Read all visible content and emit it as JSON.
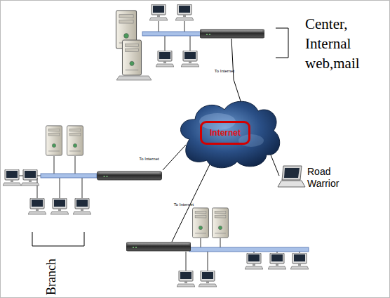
{
  "diagram": {
    "nodes": [
      {
        "text": [
          "Center, Internal web,mail"
        ]
      },
      {
        "text": [
          "Internet"
        ]
      },
      {
        "text": [
          "Branch"
        ]
      },
      {
        "text": [
          "Road Warrior"
        ]
      }
    ],
    "edges": [
      {
        "from": 0,
        "to": 1,
        "arrow": "none",
        "label": "To Internet"
      },
      {
        "from": 2,
        "to": 1,
        "arrow": "none",
        "label": "To Internet"
      },
      {
        "from": 1,
        "to": 3,
        "arrow": "none"
      }
    ],
    "labels": [
      "To Internet"
    ]
  }
}
